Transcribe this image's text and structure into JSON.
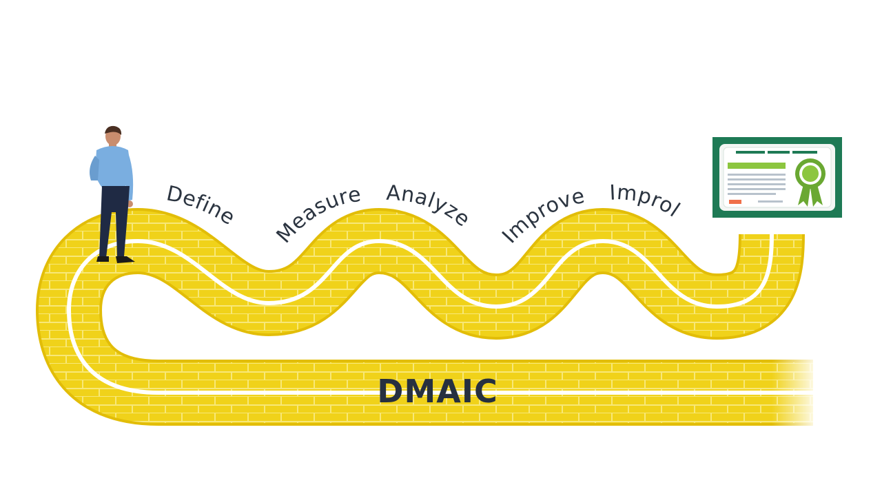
{
  "diagram": {
    "phases": [
      {
        "label": "Define"
      },
      {
        "label": "Measure"
      },
      {
        "label": "Analyze"
      },
      {
        "label": "Improve"
      },
      {
        "label": "Improl"
      }
    ],
    "center_label": "DMAIC"
  },
  "colors": {
    "road": "#f0d21a",
    "road_edge": "#e2bd08",
    "brick_line": "#f8e878",
    "separator": "#ffffff",
    "text": "#2b3440",
    "certificate_frame": "#1e7a55",
    "certificate_accent": "#8cc63f",
    "certificate_seal": "#6aa832",
    "certificate_stamp": "#f0704a",
    "person_shirt": "#7aaee0",
    "person_pants": "#1f2a44",
    "person_hair": "#4a2f22",
    "person_skin": "#c98d6e"
  },
  "icons": {
    "person": "person-walking-icon",
    "certificate": "certificate-icon",
    "seal": "award-seal-icon"
  }
}
